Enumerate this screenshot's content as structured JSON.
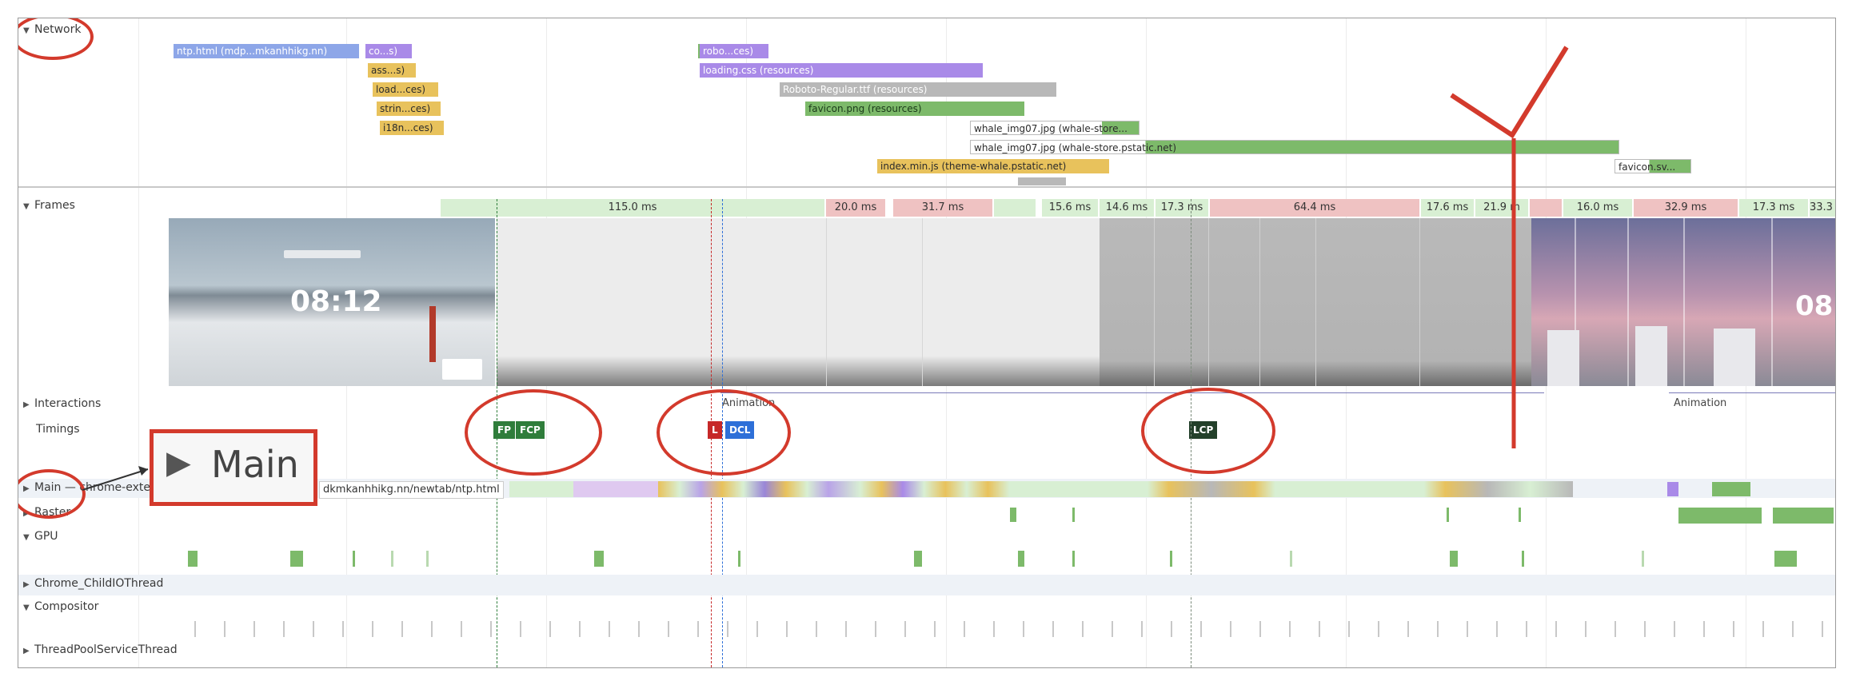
{
  "tracks": {
    "network": "Network",
    "frames": "Frames",
    "interactions": "Interactions",
    "timings": "Timings",
    "main": "Main — chrome-exte",
    "raster": "Raster",
    "gpu": "GPU",
    "childio": "Chrome_ChildIOThread",
    "compositor": "Compositor",
    "threadpool": "ThreadPoolServiceThread"
  },
  "network_requests": [
    "ntp.html (mdp...mkanhhikg.nn)",
    "co...s)",
    "ass...s)",
    "load...ces)",
    "strin...ces)",
    "i18n...ces)",
    "robo...ces)",
    "loading.css (resources)",
    "Roboto-Regular.ttf (resources)",
    "favicon.png (resources)",
    "whale_img07.jpg (whale-store...",
    "whale_img07.jpg (whale-store.pstatic.net)",
    "index.min.js (theme-whale.pstatic.net)",
    "favicon.sv..."
  ],
  "frames": [
    "115.0 ms",
    "20.0 ms",
    "31.7 ms",
    "15.6 ms",
    "14.6 ms",
    "17.3 ms",
    "64.4 ms",
    "17.6 ms",
    "21.9 m",
    "16.0 ms",
    "32.9 ms",
    "17.3 ms",
    "33.3"
  ],
  "clock": {
    "time": "08:12",
    "partial": "08"
  },
  "interactions": {
    "left": "Animation",
    "right": "Animation"
  },
  "timings": {
    "fp": "FP",
    "fcp": "FCP",
    "l": "L",
    "dcl": "DCL",
    "lcp": "LCP"
  },
  "main_url": "dkmkanhhikg.nn/newtab/ntp.html",
  "callout": {
    "label": "Main",
    "glyph": "▶"
  },
  "colors": {
    "annotation": "#d33a2c",
    "html": "#8da6e8",
    "script": "#e8c25c",
    "css": "#a98ae8",
    "font": "#b8b8b8",
    "image": "#7dba6a",
    "fp": "#2f7d3b",
    "dcl": "#2d6fd8",
    "lcp": "#23402a",
    "load": "#c62828"
  }
}
